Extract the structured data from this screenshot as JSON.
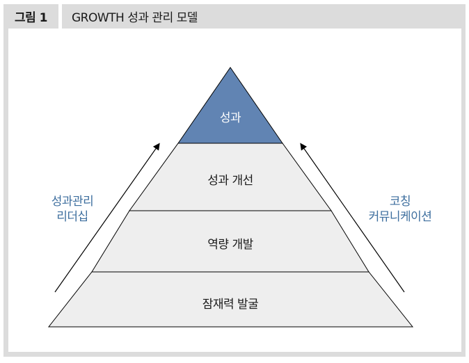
{
  "header": {
    "figure_label": "그림 1",
    "title": "GROWTH 성과 관리 모델"
  },
  "pyramid": {
    "layers": [
      {
        "label": "성과",
        "fill": "#6184b3"
      },
      {
        "label": "성과 개선",
        "fill": "#eeeeee"
      },
      {
        "label": "역량 개발",
        "fill": "#eeeeee"
      },
      {
        "label": "잠재력 발굴",
        "fill": "#eeeeee"
      }
    ]
  },
  "left_arrow": {
    "line1": "성과관리",
    "line2": "리더십"
  },
  "right_arrow": {
    "line1": "코칭",
    "line2": "커뮤니케이션"
  },
  "colors": {
    "frame": "#dcdcdc",
    "accent_blue": "#6184b3",
    "label_blue": "#3d6e9e"
  }
}
